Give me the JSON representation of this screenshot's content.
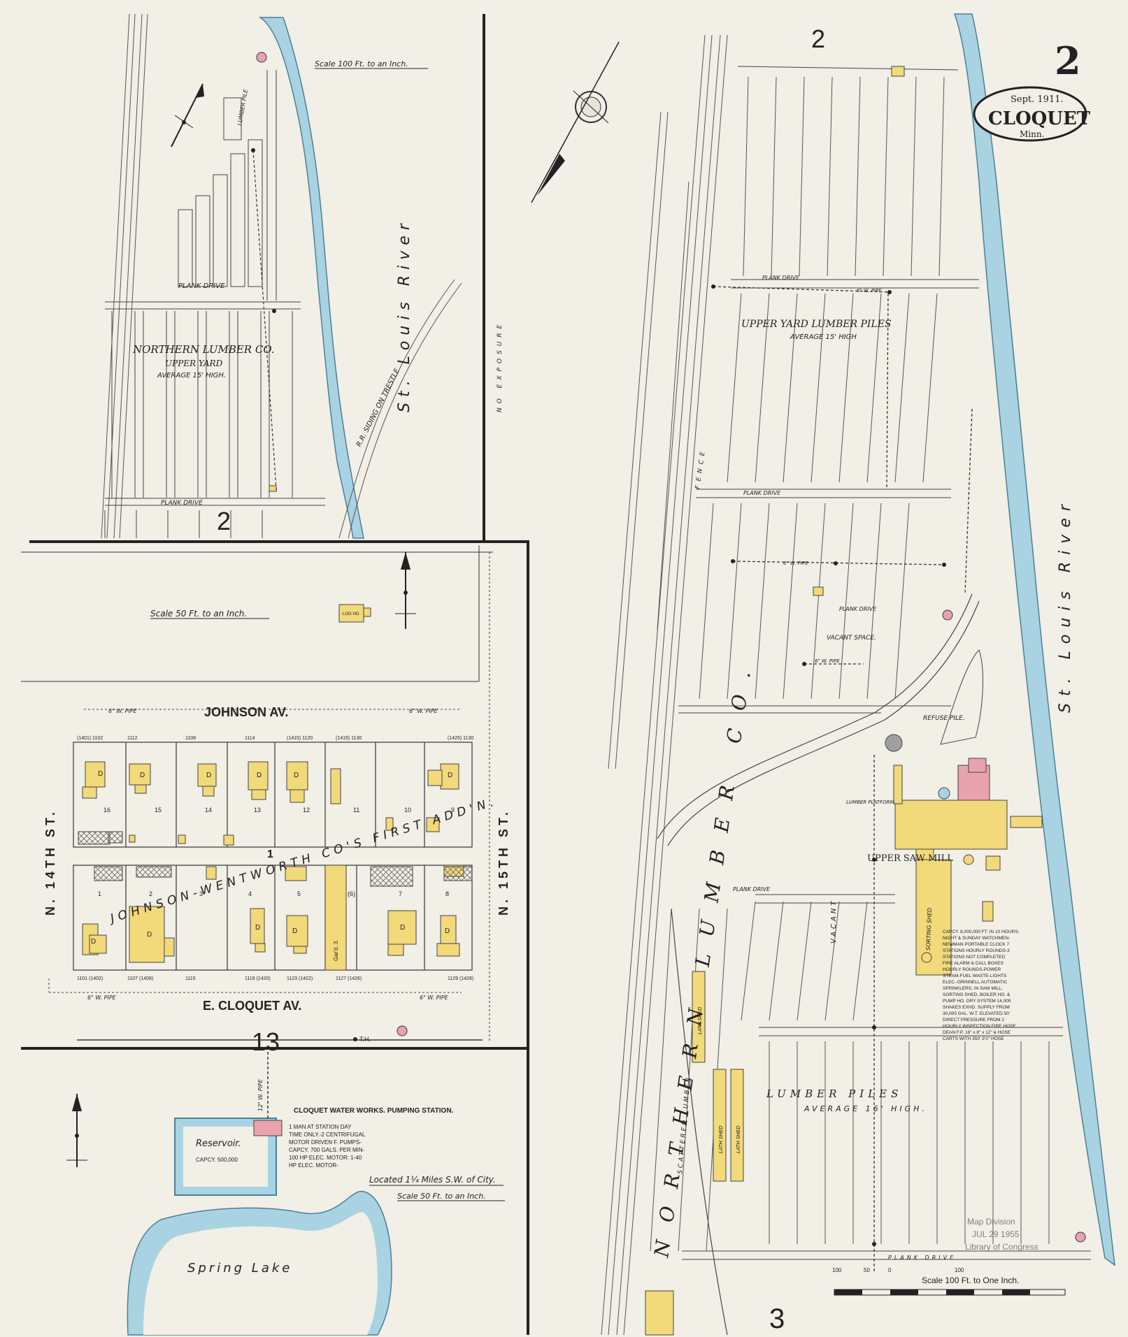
{
  "title_cartouche": {
    "date": "Sept. 1911.",
    "city": "CLOQUET",
    "state": "Minn."
  },
  "sheet_number": "2",
  "sheet_refs": {
    "top": "2",
    "bottom": "3",
    "left_top_bottom": "2",
    "left_middle_bottom": "13"
  },
  "scales": {
    "top_left": "Scale 100 Ft. to an Inch.",
    "middle_left": "Scale 50 Ft. to an Inch.",
    "bottom_left": "Scale 50 Ft. to an Inch.",
    "main": "Scale 100 Ft. to One Inch.",
    "bar_marks": [
      "100",
      "50",
      "0",
      "100"
    ]
  },
  "rivers": {
    "name": "St. Louis River",
    "lake": "Spring Lake"
  },
  "top_left_panel": {
    "company": "NORTHERN LUMBER CO.",
    "yard": "UPPER YARD",
    "height_note": "AVERAGE 15' HIGH.",
    "plank_drive": "PLANK DRIVE",
    "siding": "R.R. SIDING ON TRESTLE",
    "lumber_pile": "LUMBER PILE"
  },
  "middle_left_panel": {
    "streets": {
      "north": "JOHNSON AV.",
      "south": "E. CLOQUET AV.",
      "west": "N. 14TH ST.",
      "east": "N. 15TH ST."
    },
    "addition": "JOHNSON-WENTWORTH CO'S FIRST ADD'N.",
    "block": "1",
    "pipe": "6\" W. PIPE",
    "log_house": "LOG HO.",
    "north_addresses": [
      "(1401) 1102",
      "1112",
      "1108",
      "1114",
      "(1415) 1120",
      "(1419) 1130",
      "(1425) 1130"
    ],
    "south_addresses": [
      "1101 (1402)",
      "1107 (1408)",
      "1115",
      "1119 (1420)",
      "1123 (1422)",
      "1127 (1426)",
      "1129 (1428)"
    ],
    "north_lots": [
      "16",
      "15",
      "14",
      "13",
      "12",
      "11",
      "10",
      "9"
    ],
    "south_lots": [
      "1",
      "2",
      "3",
      "4",
      "5",
      "(6)",
      "7",
      "8"
    ],
    "dwelling": "D",
    "garage": "Gar'd. 3.",
    "th": "T.H."
  },
  "bottom_left_panel": {
    "title": "CLOQUET WATER WORKS. PUMPING STATION.",
    "notes": [
      "1 MAN AT STATION DAY",
      "TIME ONLY.-2 CENTRIFUGAL",
      "MOTOR DRIVEN F. PUMPS-",
      "CAPCY. 700 GALS. PER MIN-",
      "100 HP ELEC. MOTOR: 1-40",
      "HP ELEC. MOTOR-"
    ],
    "reservoir": "Reservoir.",
    "capacity": "CAPCY. 500,000",
    "pipe": "12\" W. PIPE",
    "location": "Located 1¼ Miles S.W. of City."
  },
  "main_panel": {
    "company_vertical": "NORTHERN LUMBER CO.",
    "upper_yard": "UPPER YARD LUMBER PILES",
    "upper_avg": "AVERAGE 15' HIGH",
    "lumber_piles": "LUMBER PILES",
    "lower_avg": "AVERAGE 16' HIGH.",
    "vacant_space": "VACANT SPACE.",
    "vacant": "VACANT",
    "upper_saw_mill": "UPPER SAW MILL",
    "refuse_pile": "REFUSE PILE.",
    "lumber_platform": "LUMBER PLATFORM",
    "sorting_shed": "SORTING SHED",
    "lath_shed": "LATH SHED",
    "scattered": "SCATTERED LUMBER",
    "no_exposure": "NO EXPOSURE",
    "plank_drive": "PLANK DRIVE",
    "pipe": "6\" W. PIPE",
    "fence": "FENCE",
    "mill_notes": [
      "CAPCY. 8,000,000 FT. IN 10 HOURS-",
      "NIGHT & SUNDAY WATCHMEN-",
      "NEWMAN PORTABLE CLOCK 7",
      "STATIONS HOURLY ROUNDS-3",
      "STATIONS NOT COMPLETED",
      "FIRE ALARM & CALL BOXES",
      "HOURLY ROUNDS-POWER",
      "STEAM-FUEL WASTE-LIGHTS",
      "ELEC.-GRINNELL AUTOMATIC",
      "SPRINKLERS, IN SAW MILL,",
      "SORTING SHED, BOILER HO. &",
      "PUMP HO. DRY SYSTEM 14,000",
      "SHAKES EXHD. SUPPLY FROM",
      "30,000 GAL. W.T. ELEVATED 50'",
      "DIRECT PRESSURE FROM 2",
      "HOURLY INSPECTION FIRE HOSE",
      "DEAN F.P. 16\" x 8\" x 12\" & HOSE",
      "CARTS WITH 350' 2½\" HOSE"
    ]
  },
  "stamp": [
    "Map Division",
    "JUL 29 1955",
    "Library of Congress"
  ]
}
